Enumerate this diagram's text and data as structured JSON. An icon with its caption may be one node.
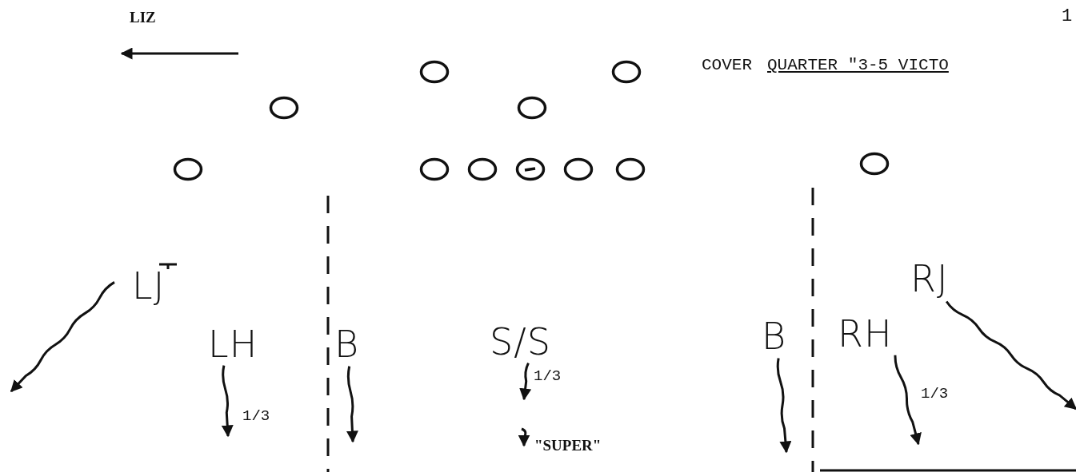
{
  "diagram": {
    "nodes": [
      {
        "text": [],
        "shape": "circle"
      },
      {
        "text": [],
        "shape": "circle"
      },
      {
        "text": [],
        "shape": "circle"
      },
      {
        "text": [],
        "shape": "circle"
      },
      {
        "text": [],
        "shape": "circle"
      },
      {
        "text": [],
        "shape": "circle"
      },
      {
        "text": [],
        "shape": "circle"
      },
      {
        "text": [],
        "shape": "circle"
      },
      {
        "text": [],
        "shape": "circle"
      },
      {
        "text": [],
        "shape": "circle"
      },
      {
        "text": [],
        "shape": "circle"
      },
      {
        "text": [
          "LJ"
        ]
      },
      {
        "text": [
          "LH"
        ]
      },
      {
        "text": [
          "B"
        ]
      },
      {
        "text": [
          "S/S"
        ]
      },
      {
        "text": [
          "B"
        ]
      },
      {
        "text": [
          "RH"
        ]
      },
      {
        "text": [
          "RJ"
        ]
      }
    ],
    "edges": [
      {
        "from": 11,
        "to": null,
        "arrow": "to"
      },
      {
        "from": 12,
        "to": null,
        "arrow": "to",
        "label": "1/3"
      },
      {
        "from": 13,
        "to": null,
        "arrow": "to"
      },
      {
        "from": 14,
        "to": null,
        "arrow": "to",
        "label": "1/3"
      },
      {
        "from": 15,
        "to": null,
        "arrow": "to"
      },
      {
        "from": 16,
        "to": null,
        "arrow": "to",
        "label": "1/3"
      },
      {
        "from": 17,
        "to": null,
        "arrow": "to"
      }
    ],
    "labels": [
      "LIZ",
      "1",
      "COVER",
      "QUARTER \"3-5 VICTO",
      "\"SUPER\""
    ]
  }
}
